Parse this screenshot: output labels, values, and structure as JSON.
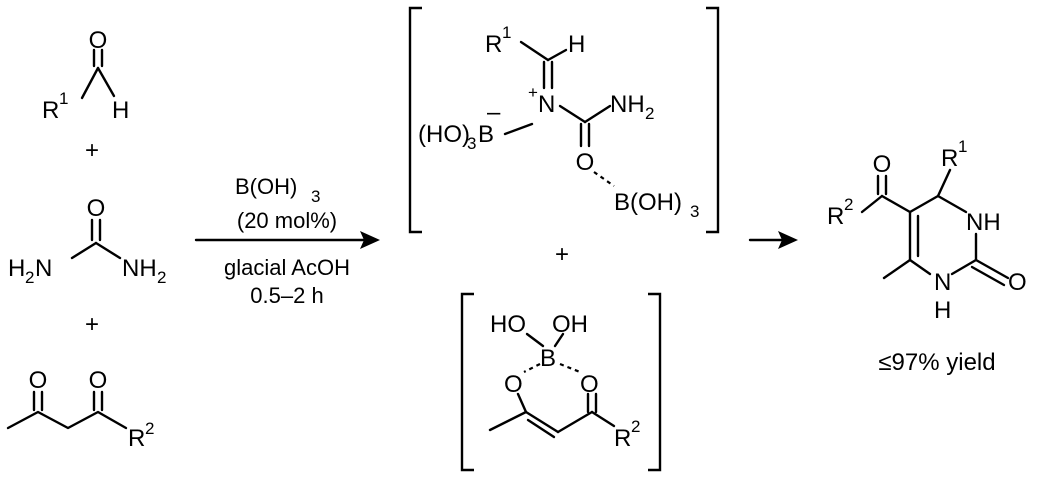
{
  "reactants": {
    "aldehyde": {
      "o": "O",
      "r": "R",
      "r_sup": "1",
      "h": "H"
    },
    "plus1": "+",
    "urea": {
      "o": "O",
      "h2n_h": "H",
      "h2n_sub": "2",
      "h2n_n": "N",
      "nh2_n": "NH",
      "nh2_sub": "2"
    },
    "plus2": "+",
    "diketone": {
      "o1": "O",
      "o2": "O",
      "r": "R",
      "r_sup": "2"
    }
  },
  "conditions": {
    "reagent_main": "B(OH)",
    "reagent_sub": "3",
    "loading": "(20 mol%)",
    "solvent": "glacial AcOH",
    "time": "0.5–2 h"
  },
  "intermediate1": {
    "r": "R",
    "r_sup": "1",
    "h": "H",
    "minus": "–",
    "plus_charge": "+",
    "ho3b_open": "(HO)",
    "ho3b_sub": "3",
    "ho3b_b": "B",
    "n": "N",
    "nh2": "NH",
    "nh2_sub": "2",
    "o": "O",
    "boh3": "B(OH)",
    "boh3_sub": "3"
  },
  "plus_between": "+",
  "intermediate2": {
    "ho1": "HO",
    "oh2": "OH",
    "b": "B",
    "o_left": "O",
    "o_right": "O",
    "r": "R",
    "r_sup": "2"
  },
  "product": {
    "o_top": "O",
    "r1": "R",
    "r1_sup": "1",
    "r2": "R",
    "r2_sup": "2",
    "nh_top": "NH",
    "n_bottom": "N",
    "h_bottom": "H",
    "o_right": "O",
    "yield": "≤97% yield"
  }
}
